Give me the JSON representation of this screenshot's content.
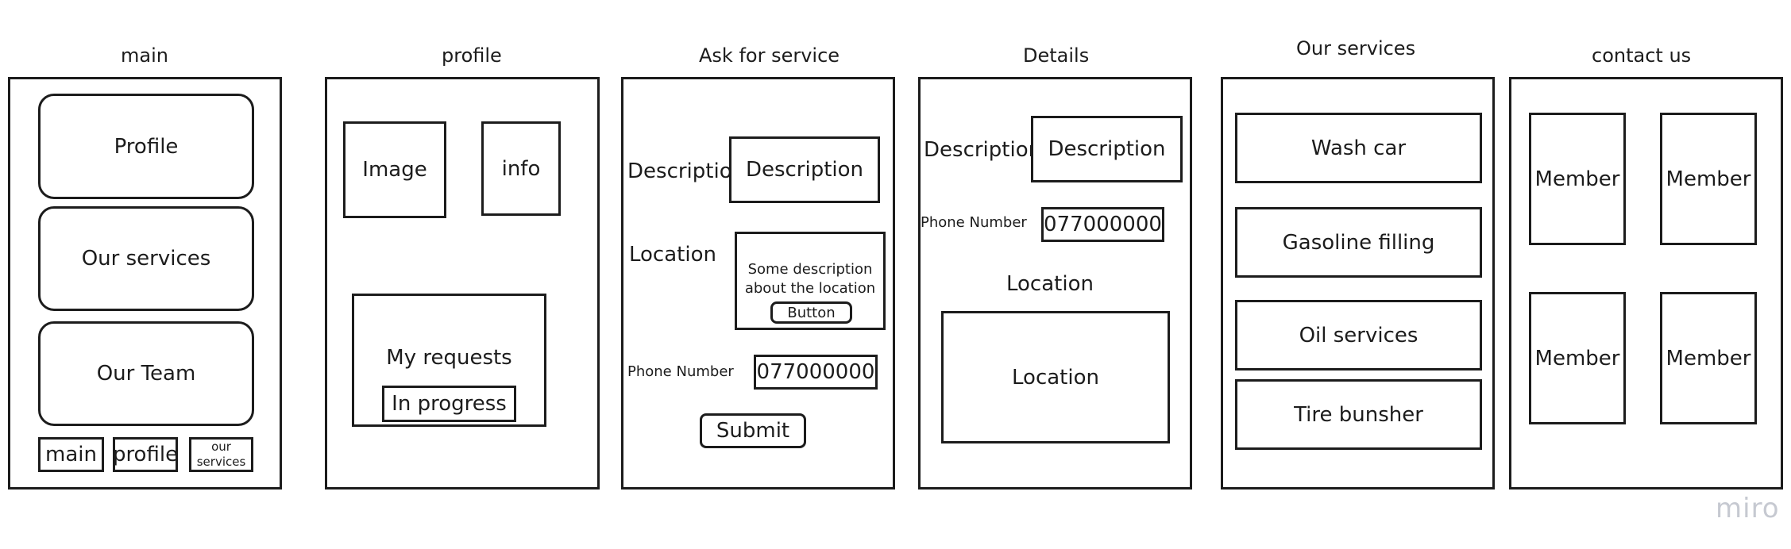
{
  "screens": {
    "main": {
      "title": "main",
      "buttons": [
        "Profile",
        "Our services",
        "Our Team"
      ],
      "nav": [
        "main",
        "profile",
        "our services"
      ]
    },
    "profile": {
      "title": "profile",
      "image": "Image",
      "info": "info",
      "requests": "My requests",
      "status": "In progress"
    },
    "ask": {
      "title": "Ask for service",
      "description_label": "Description",
      "description_field": "Description",
      "location_label": "Location",
      "location_text": "Some description about the location",
      "location_button": "Button",
      "phone_label": "Phone Number",
      "phone_value": "077000000",
      "submit": "Submit"
    },
    "details": {
      "title": "Details",
      "description_label": "Description",
      "description_value": "Description",
      "phone_label": "Phone Number",
      "phone_value": "077000000",
      "location_label": "Location",
      "location_box": "Location"
    },
    "services": {
      "title": "Our services",
      "items": [
        "Wash car",
        "Gasoline filling",
        "Oil services",
        "Tire bunsher"
      ]
    },
    "contact": {
      "title": "contact us",
      "members": [
        "Member",
        "Member",
        "Member",
        "Member"
      ]
    }
  },
  "watermark": "miro"
}
